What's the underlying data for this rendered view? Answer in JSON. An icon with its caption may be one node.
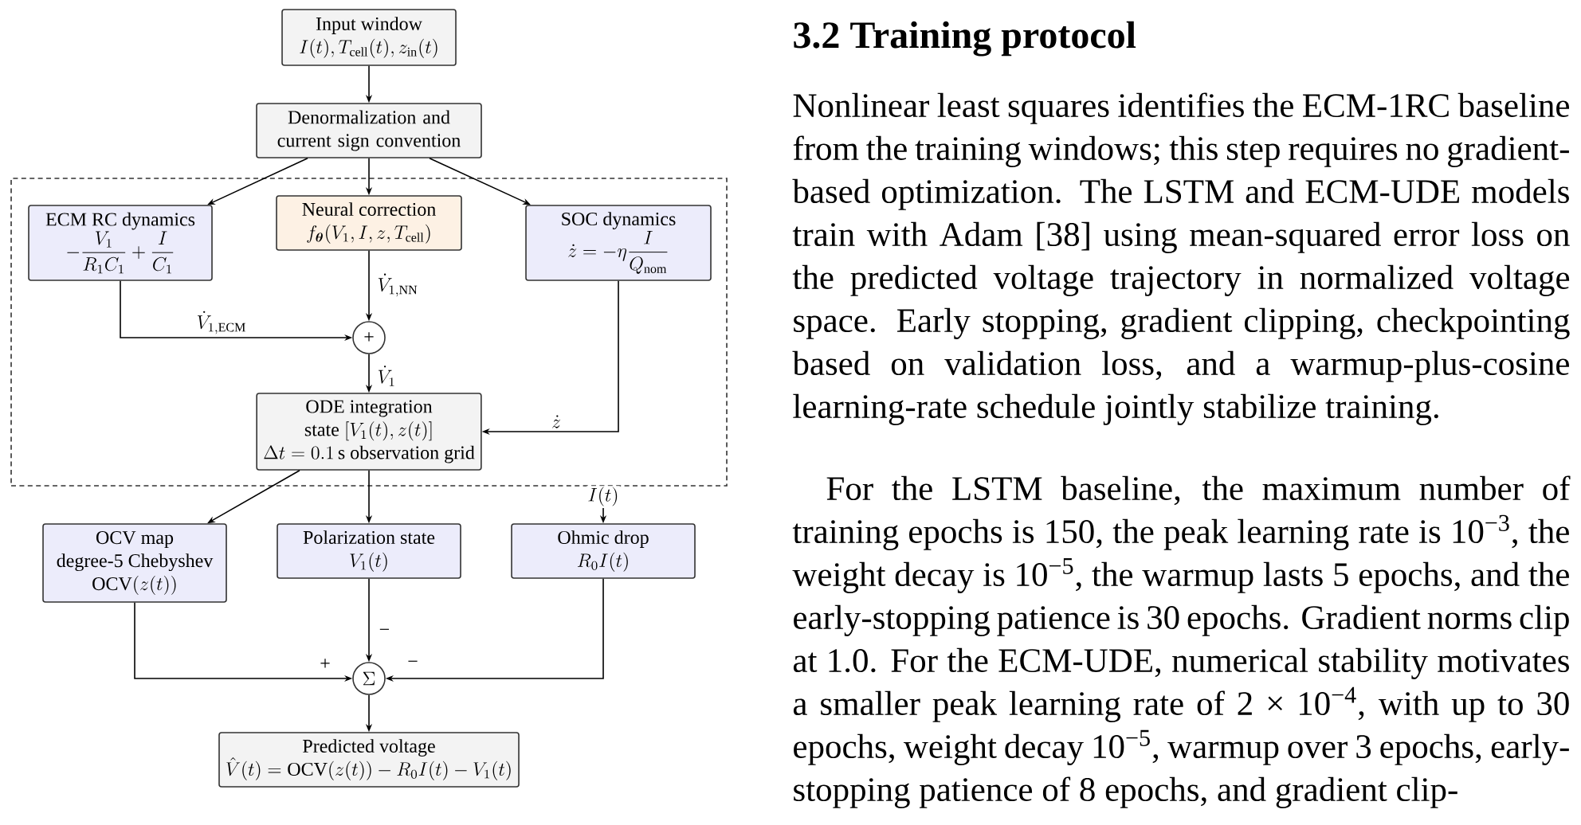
{
  "diagram": {
    "title": "3.2 Training protocol",
    "nodes": [
      {
        "text": [
          "Input window",
          "I(t), T_{\\mathrm{cell}}(t), z_{\\mathrm{in}}(t)"
        ]
      },
      {
        "text": [
          "Denormalization and current sign convention"
        ]
      },
      {
        "text": [],
        "shape": "box"
      },
      {
        "text": [
          "ECM RC dynamics",
          "-\\frac{V_1}{R_1 C_1} + \\frac{I}{C_1}"
        ],
        "in": 2
      },
      {
        "text": [
          "Neural correction",
          "f_{\\boldsymbol{\\theta}}(V_1, I, z, T_{\\mathrm{cell}})"
        ],
        "in": 2
      },
      {
        "text": [
          "SOC dynamics",
          "\\dot{z} = -\\eta \\frac{I}{Q_{\\mathrm{nom}}}"
        ],
        "in": 2
      },
      {
        "text": [
          "+"
        ],
        "in": 2
      },
      {
        "text": [
          "ODE integration",
          "\\text{state } [V_1(t), z(t)]",
          "\\Delta t = 0.1\\,\\mathrm{s}\\ \\text{observation grid}"
        ],
        "in": 2
      },
      {
        "text": [
          "OCV map",
          "degree-5 Chebyshev",
          "\\mathrm{OCV}(z(t))"
        ]
      },
      {
        "text": [
          "Polarization state",
          "V_1(t)"
        ]
      },
      {
        "text": [
          "Ohmic drop",
          "R_0 I(t)"
        ]
      },
      {
        "text": [
          "\\Sigma"
        ]
      },
      {
        "text": [
          "Predicted voltage",
          "\\hat{V}(t) = \\mathrm{OCV}(z(t)) - R_0 I(t) - V_1(t)"
        ]
      }
    ],
    "edges": [
      {
        "from": 0,
        "to": 1,
        "arrow": "to"
      },
      {
        "from": 1,
        "to": 3,
        "arrow": "to"
      },
      {
        "from": 1,
        "to": 4,
        "arrow": "to"
      },
      {
        "from": 1,
        "to": 5,
        "arrow": "to"
      },
      {
        "from": 4,
        "to": 6,
        "arrow": "to",
        "label": "\\dot{V}_{1,\\mathrm{NN}}"
      },
      {
        "from": 3,
        "to": 6,
        "arrow": "to",
        "label": "\\dot{V}_{1,\\mathrm{ECM}}"
      },
      {
        "from": 6,
        "to": 7,
        "arrow": "to",
        "label": "\\dot{V}_1"
      },
      {
        "from": 5,
        "to": 7,
        "arrow": "to",
        "label": "\\dot{z}"
      },
      {
        "from": 7,
        "to": 8,
        "arrow": "to"
      },
      {
        "from": 7,
        "to": 9,
        "arrow": "to"
      },
      {
        "from": null,
        "to": 10,
        "arrow": "to",
        "label": "I(t)"
      },
      {
        "from": 8,
        "to": 11,
        "arrow": "to",
        "label": "+"
      },
      {
        "from": 9,
        "to": 11,
        "arrow": "to",
        "label": "−"
      },
      {
        "from": 10,
        "to": 11,
        "arrow": "to",
        "label": "−"
      },
      {
        "from": 11,
        "to": 12,
        "arrow": "to"
      }
    ],
    "labels": [
      "Nonlinear least squares identifies the ECM-1RC baseline from the training windows; this step requires no gradient-based optimization.  The LSTM and ECM-UDE models train with Adam [38] using mean-squared error loss on the predicted voltage trajectory in normalized voltage space.  Early stopping, gradient clipping, checkpointing based on validation loss, and a warmup-plus-cosine learning-rate schedule jointly stabilize training.",
      "For the LSTM baseline, the maximum number of training epochs is 150, the peak learning rate is 10$^{−3}$, the weight decay is 10$^{−5}$, the warmup lasts 5 epochs, and the early-stopping patience is 30 epochs.  Gradient norms clip at 1.0. For the ECM-UDE, numerical stability motivates a smaller peak learning rate of 2 × 10$^{−4}$, with up to 30 epochs, weight decay 10$^{−5}$, warmup over 3 epochs, early-stopping patience of 8 epochs, and gradient clip-"
    ]
  }
}
